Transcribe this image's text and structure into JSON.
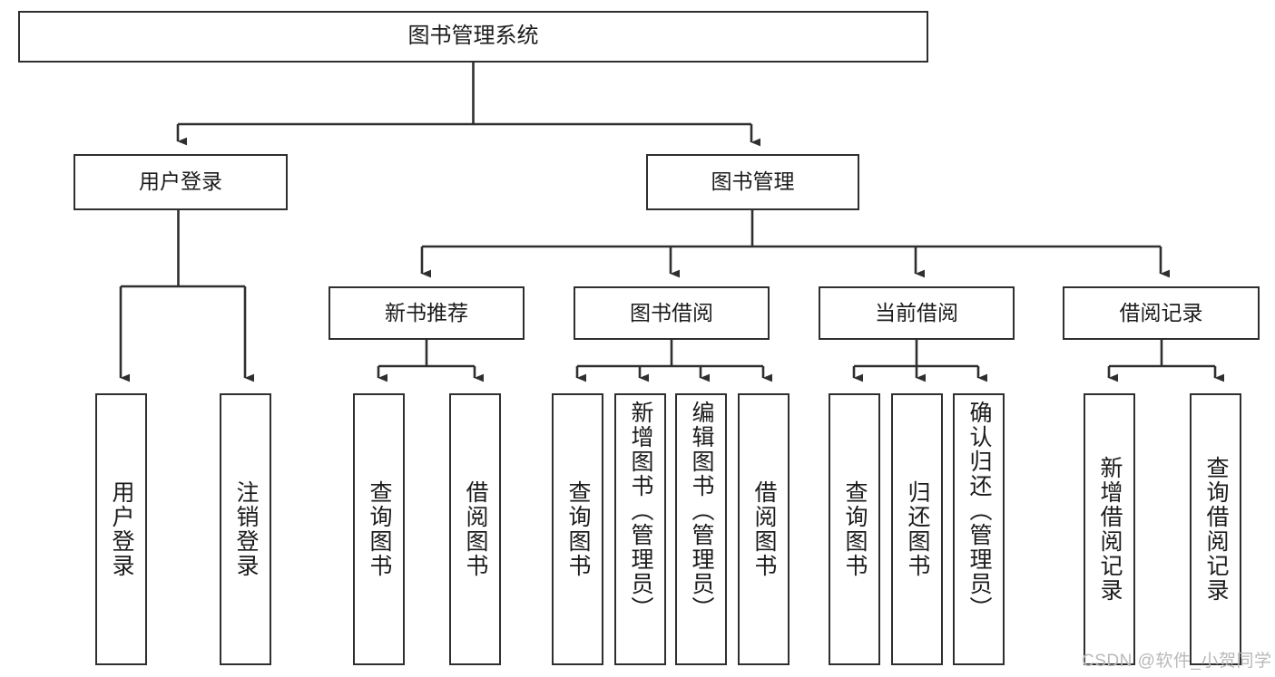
{
  "diagram": {
    "type": "tree-hierarchy-chart",
    "title": "图书管理系统",
    "stroke_color": "#2f2f2f",
    "background_color": "#ffffff",
    "text_color": "#1b1b1b",
    "root": {
      "label": "图书管理系统"
    },
    "level2": [
      {
        "label": "用户登录"
      },
      {
        "label": "图书管理"
      }
    ],
    "level3": [
      {
        "label": "新书推荐"
      },
      {
        "label": "图书借阅"
      },
      {
        "label": "当前借阅"
      },
      {
        "label": "借阅记录"
      }
    ],
    "leaves": {
      "user_login": [
        {
          "label": "用户登录"
        },
        {
          "label": "注销登录"
        }
      ],
      "new_book_recommend": [
        {
          "label": "查询图书"
        },
        {
          "label": "借阅图书"
        }
      ],
      "book_borrow": [
        {
          "label": "查询图书"
        },
        {
          "label": "新增图书（管理员）"
        },
        {
          "label": "编辑图书（管理员）"
        },
        {
          "label": "借阅图书"
        }
      ],
      "current_borrow": [
        {
          "label": "查询图书"
        },
        {
          "label": "归还图书"
        },
        {
          "label": "确认归还（管理员）"
        }
      ],
      "borrow_record": [
        {
          "label": "新增借阅记录"
        },
        {
          "label": "查询借阅记录"
        }
      ]
    }
  },
  "watermark": {
    "text": "CSDN @软件_小贺同学",
    "color": "#b9b9b9"
  }
}
